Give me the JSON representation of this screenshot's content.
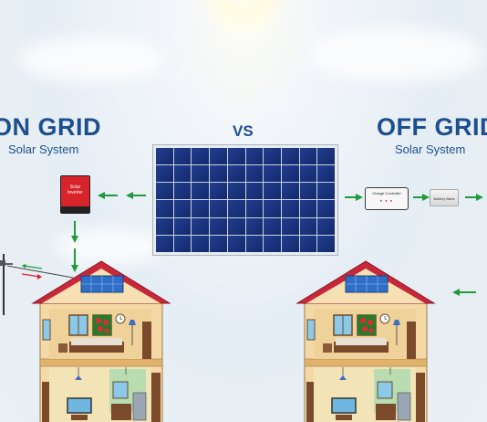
{
  "on_grid": {
    "title": "ON GRID",
    "subtitle": "Solar System"
  },
  "off_grid": {
    "title": "OFF GRID",
    "subtitle": "Solar System"
  },
  "vs_label": "VS",
  "inverter": {
    "line1": "Solar",
    "line2": "Inverter"
  },
  "charge_controller": {
    "label": "Charge Controller"
  },
  "battery": {
    "label": "Battery Bank"
  },
  "colors": {
    "title": "#1d4f8e",
    "arrow": "#1f9a3c",
    "grid_arrow": "#d8232a",
    "roof": "#c8283a",
    "wall": "#f4d9a6"
  },
  "icons": [
    "sun",
    "solar-panel-icon",
    "inverter-icon",
    "charge-controller-icon",
    "battery-icon",
    "house-icon",
    "power-pole-icon",
    "arrow-left-icon",
    "arrow-right-icon",
    "arrow-down-icon"
  ]
}
